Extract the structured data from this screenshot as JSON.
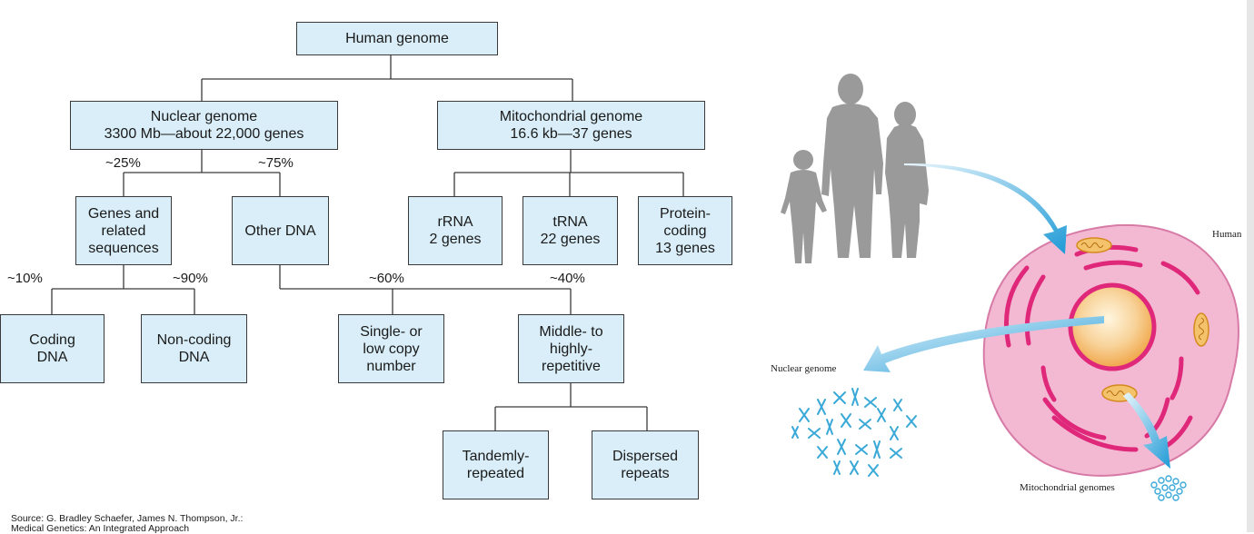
{
  "tree": {
    "root": "Human genome",
    "nuclear": "Nuclear genome\n3300 Mb—about 22,000 genes",
    "mito": "Mitochondrial genome\n16.6 kb—37 genes",
    "genes_related": "Genes and\nrelated\nsequences",
    "other_dna": "Other DNA",
    "rrna": "rRNA\n2 genes",
    "trna": "tRNA\n22 genes",
    "protein": "Protein-\ncoding\n13 genes",
    "coding": "Coding\nDNA",
    "noncoding": "Non-coding\nDNA",
    "single": "Single- or\nlow copy\nnumber",
    "middle": "Middle- to\nhighly-\nrepetitive",
    "tandem": "Tandemly-\nrepeated",
    "dispersed": "Dispersed\nrepeats"
  },
  "percentages": {
    "p25": "~25%",
    "p75": "~75%",
    "p10": "~10%",
    "p90": "~90%",
    "p60": "~60%",
    "p40": "~40%"
  },
  "illustration": {
    "human_label": "Human",
    "nuclear_label": "Nuclear genome",
    "mito_label": "Mitochondrial genomes"
  },
  "colors": {
    "box_fill": "#d9eef8",
    "cell_fill": "#f3b9d3",
    "organelle": "#e0287a",
    "arrow": "#2aa7e0",
    "chromosome": "#3aa9d8",
    "silhouette": "#9a9a9a"
  },
  "source_text": "Source: G. Bradley Schaefer, James N. Thompson, Jr.:\nMedical Genetics: An Integrated Approach"
}
